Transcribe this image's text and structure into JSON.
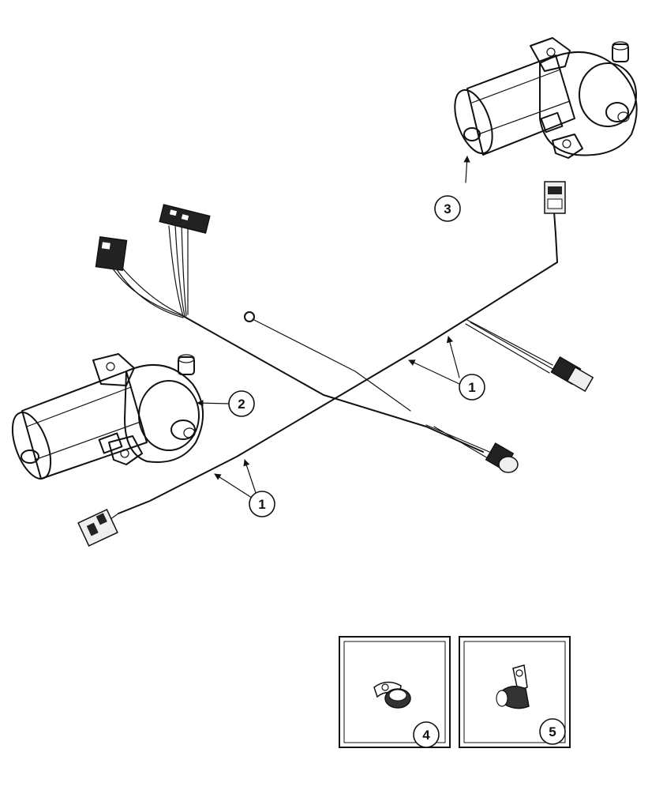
{
  "callouts": {
    "c1a": "1",
    "c1b": "1",
    "c2": "2",
    "c3": "3",
    "c4": "4",
    "c5": "5"
  },
  "colors": {
    "ink": "#111111",
    "paper": "#ffffff",
    "metal_shade": "#cfcfcf"
  }
}
